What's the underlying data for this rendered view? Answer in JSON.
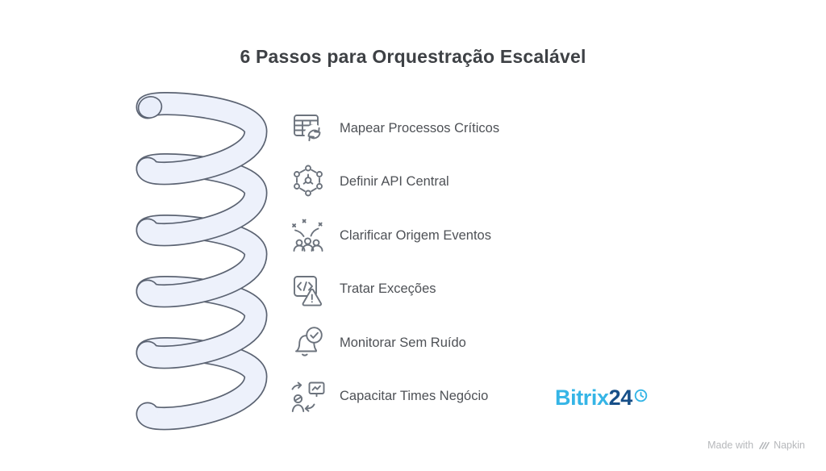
{
  "title": "6 Passos para Orquestração Escalável",
  "steps": [
    {
      "label": "Mapear Processos Críticos",
      "icon": "table-sync-icon"
    },
    {
      "label": "Definir API Central",
      "icon": "network-nodes-icon"
    },
    {
      "label": "Clarificar Origem Eventos",
      "icon": "audience-sparks-icon"
    },
    {
      "label": "Tratar Exceções",
      "icon": "code-warning-icon"
    },
    {
      "label": "Monitorar Sem Ruído",
      "icon": "bell-check-icon"
    },
    {
      "label": "Capacitar Times Negócio",
      "icon": "person-presentation-icon"
    }
  ],
  "brand": {
    "primary": "Bitrix",
    "secondary": "24",
    "icon": "clock-icon"
  },
  "watermark": {
    "prefix": "Made with",
    "name": "Napkin",
    "icon": "napkin-logo-icon"
  },
  "colors": {
    "title_text": "#3e4145",
    "label_text": "#4e5156",
    "icon_stroke": "#6c737d",
    "spring_fill": "#edf1fb",
    "spring_stroke": "#5b6372",
    "brand_light_blue": "#35b5e6",
    "brand_dark_blue": "#174f88",
    "watermark_text": "#b6b8bb"
  }
}
